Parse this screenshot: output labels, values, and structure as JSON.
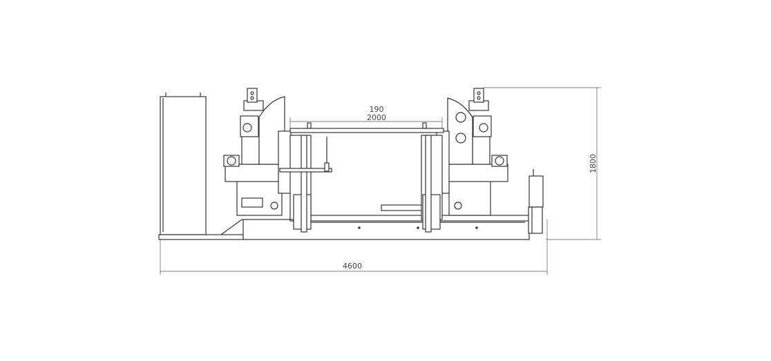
{
  "drawing": {
    "title": "Machine front elevation",
    "dimensions": {
      "inner_upper": "190",
      "inner_lower": "2000",
      "total_height": "1800",
      "total_length": "4600"
    },
    "line_color": "#333333",
    "background": "#ffffff"
  }
}
